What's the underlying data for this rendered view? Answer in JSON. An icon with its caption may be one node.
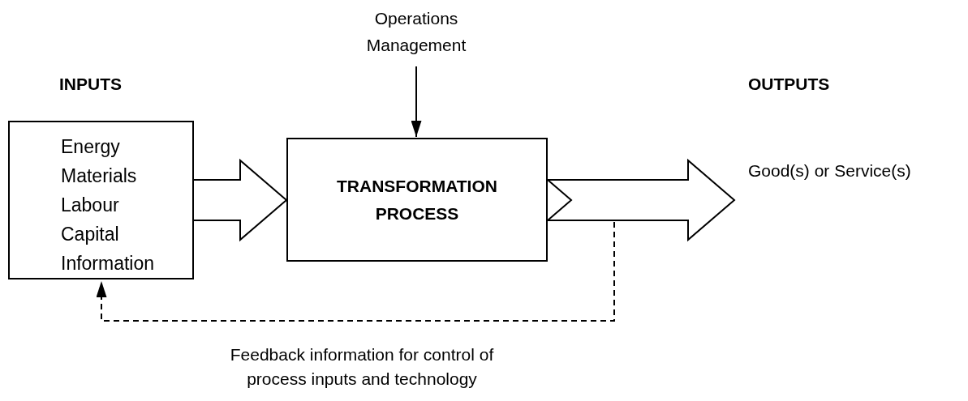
{
  "diagram": {
    "nodes": [
      {
        "text": [
          "INPUTS",
          "Energy Materials Labour Capital Information"
        ]
      },
      {
        "text": [
          "TRANSFORMATION PROCESS"
        ]
      },
      {
        "text": [
          "Operations Management"
        ]
      },
      {
        "text": [
          "OUTPUTS",
          "Good(s) or Service(s)"
        ]
      }
    ],
    "edges": [
      {
        "from": 2,
        "to": 1,
        "arrow": "to"
      },
      {
        "from": 0,
        "to": 1,
        "arrow": "to",
        "style": "thick"
      },
      {
        "from": 1,
        "to": 3,
        "arrow": "to",
        "style": "thick"
      },
      {
        "from": 1,
        "to": 0,
        "arrow": "to",
        "style": "dashed",
        "label": "Feedback information for control of process inputs and technology"
      }
    ]
  }
}
